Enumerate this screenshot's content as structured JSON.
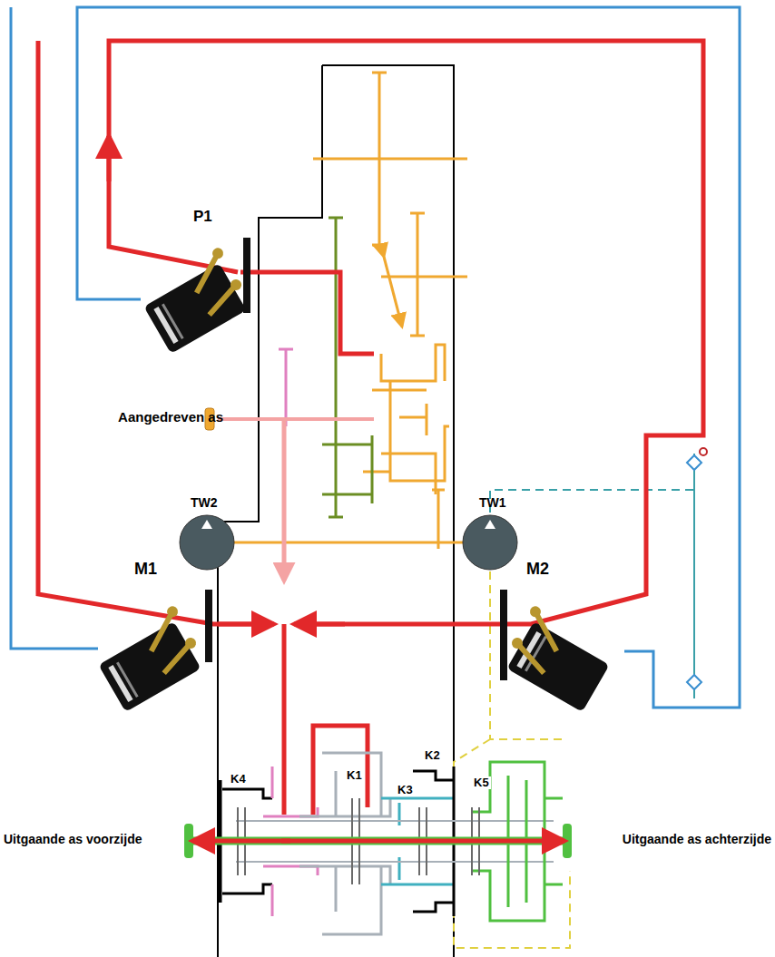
{
  "diagram": {
    "labels": [
      "P1",
      "Aangedreven as",
      "TW2",
      "TW1",
      "M1",
      "M2",
      "K4",
      "K2",
      "K1",
      "K3",
      "K5",
      "Uitgaande as voorzijde",
      "Uitgaande as achterzijde"
    ]
  }
}
